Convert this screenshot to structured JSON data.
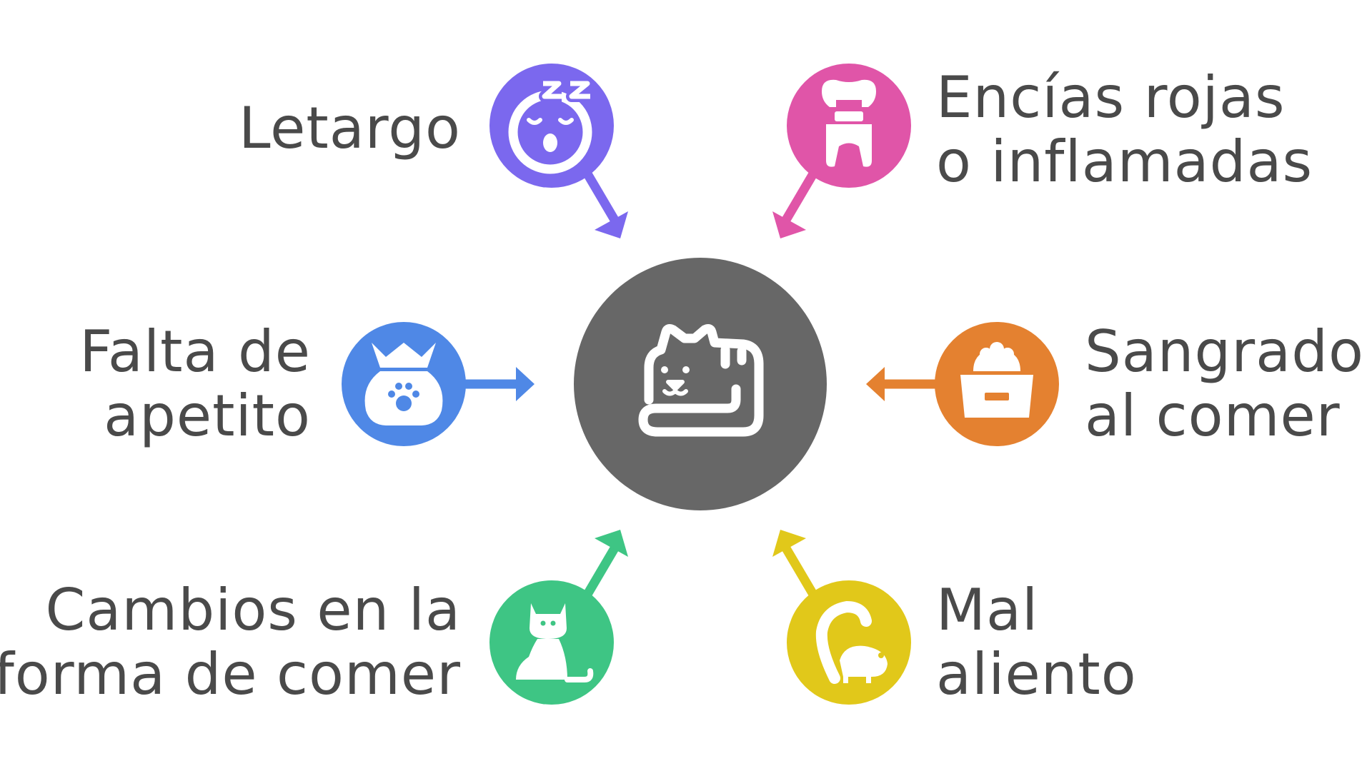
{
  "center": {
    "icon": "cat-icon",
    "color": "#676767"
  },
  "nodes": [
    {
      "id": "letargo",
      "lines": [
        "Letargo"
      ],
      "color": "#7b68ee",
      "icon": "sleepy-face-icon"
    },
    {
      "id": "encias",
      "lines": [
        "Encías rojas",
        "o inflamadas"
      ],
      "color": "#e055a8",
      "icon": "tooth-icon"
    },
    {
      "id": "apetito",
      "lines": [
        "Falta de",
        "apetito"
      ],
      "color": "#4f88e6",
      "icon": "pet-food-bag-icon"
    },
    {
      "id": "sangrado",
      "lines": [
        "Sangrado",
        "al comer"
      ],
      "color": "#e48130",
      "icon": "pet-bowl-icon"
    },
    {
      "id": "comer",
      "lines": [
        "Cambios en la",
        "forma de comer"
      ],
      "color": "#3ec584",
      "icon": "sitting-cat-icon"
    },
    {
      "id": "aliento",
      "lines": [
        "Mal",
        "aliento"
      ],
      "color": "#e1c81a",
      "icon": "skunk-icon"
    }
  ]
}
